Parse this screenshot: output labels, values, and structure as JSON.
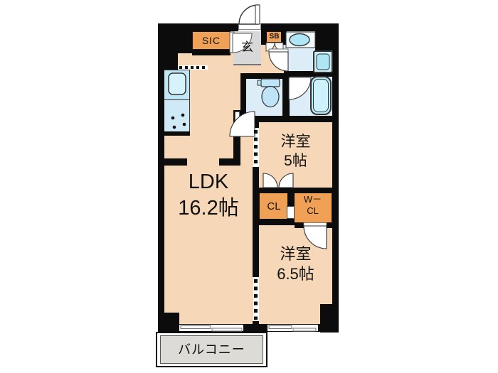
{
  "plan": {
    "ldk": {
      "name": "LDK",
      "area": "16.2帖"
    },
    "bedroom_5": {
      "name": "洋室",
      "area": "5帖"
    },
    "bedroom_65": {
      "name": "洋室",
      "area": "6.5帖"
    },
    "closet": {
      "label": "CL"
    },
    "walk_in_closet": {
      "line1": "W－",
      "line2": "CL"
    },
    "shoe_in_closet": {
      "label": "SIC"
    },
    "shoe_box": {
      "label": "SB"
    },
    "entrance": {
      "label": "玄"
    },
    "balcony": {
      "label": "バルコニー"
    }
  },
  "colors": {
    "room_fill": "#f6d7b8",
    "closet_fill": "#f0a155",
    "wet_area_fill": "#dcedf8",
    "fixture_fill": "#aee6f5",
    "entrance_floor": "#d8d8d8",
    "balcony_floor": "#dddbd5",
    "wall": "#0c0c0c",
    "background": "#ffffff"
  }
}
